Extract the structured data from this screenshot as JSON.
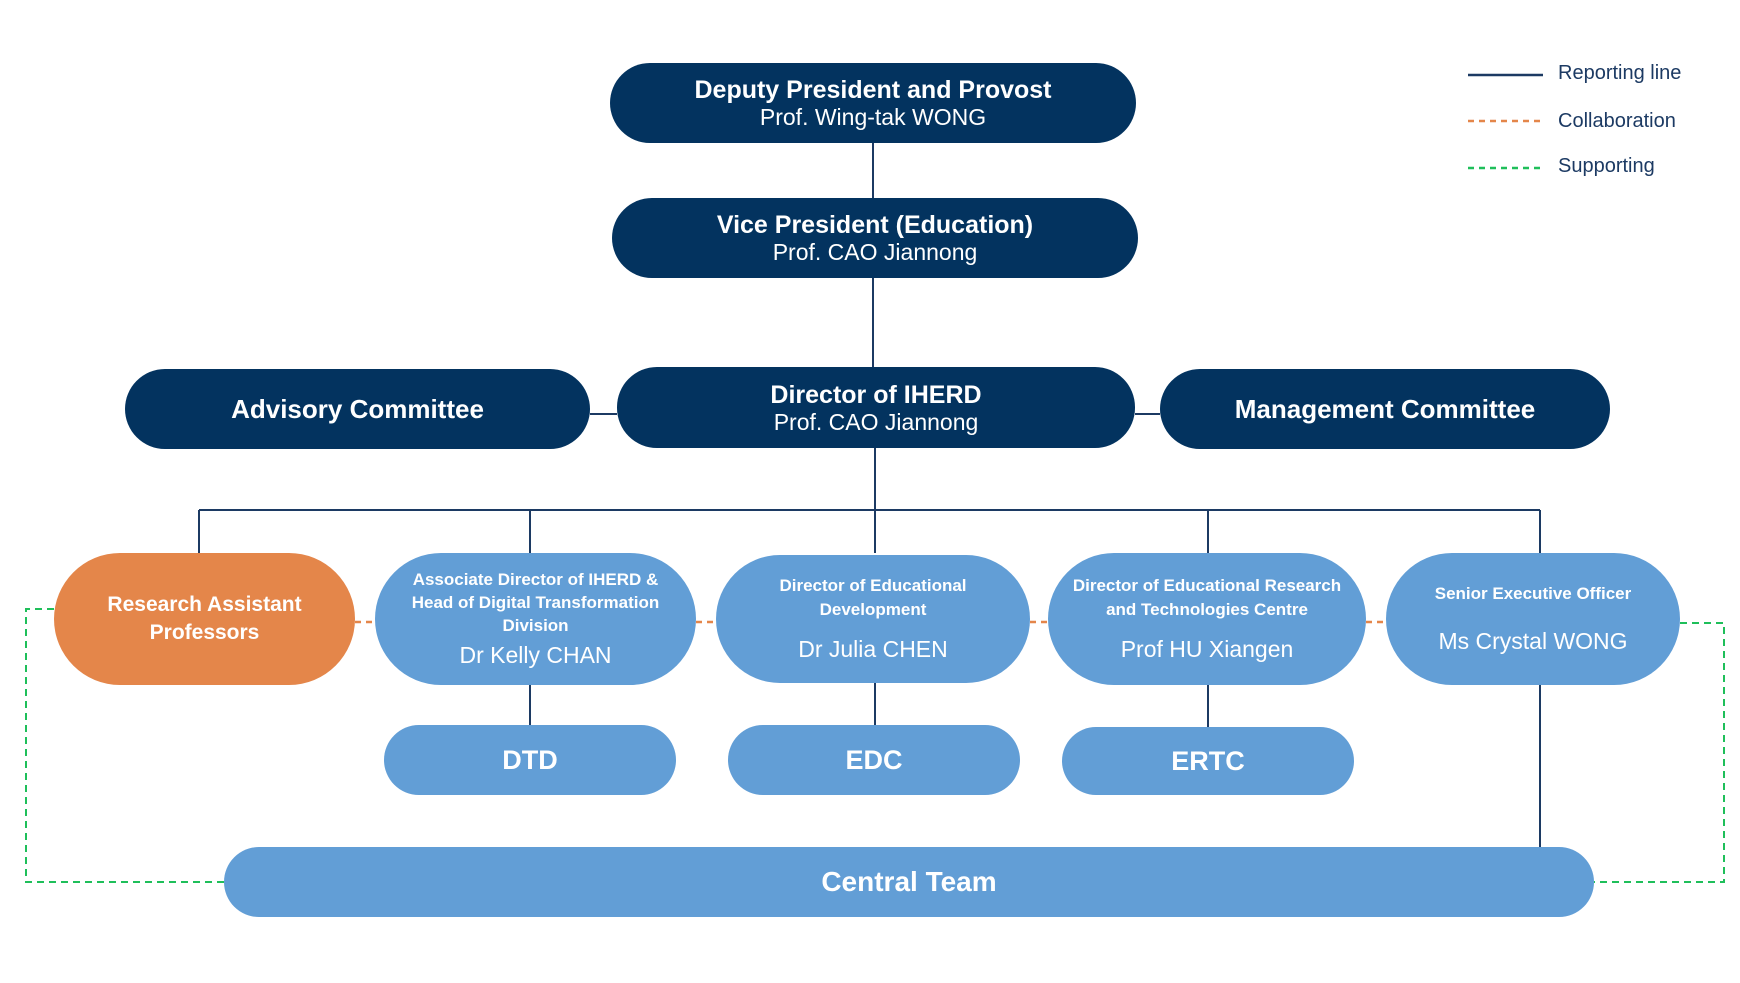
{
  "legend": {
    "reporting": "Reporting line",
    "collaboration": "Collaboration",
    "supporting": "Supporting"
  },
  "colors": {
    "dark_navy": "#03335f",
    "light_blue": "#629ed6",
    "orange": "#e4864a",
    "reporting_line": "#1c3a63",
    "collaboration_line": "#e4864a",
    "supporting_line": "#1fbf5a"
  },
  "nodes": {
    "provost": {
      "title": "Deputy President and Provost",
      "name": "Prof. Wing-tak WONG"
    },
    "vp_education": {
      "title": "Vice President (Education)",
      "name": "Prof. CAO Jiannong"
    },
    "director_iherd": {
      "title": "Director of IHERD",
      "name": "Prof. CAO Jiannong"
    },
    "advisory_committee": {
      "title": "Advisory Committee"
    },
    "management_committee": {
      "title": "Management Committee"
    },
    "research_assistant_professors": {
      "title": "Research Assistant Professors"
    },
    "associate_director": {
      "title": "Associate Director of IHERD & Head of Digital Transformation Division",
      "name": "Dr Kelly CHAN"
    },
    "director_ed_dev": {
      "title": "Director of Educational Development",
      "name": "Dr Julia CHEN"
    },
    "director_ertc": {
      "title": "Director of Educational Research and Technologies Centre",
      "name": "Prof HU Xiangen"
    },
    "senior_exec_officer": {
      "title": "Senior Executive Officer",
      "name": "Ms Crystal WONG"
    },
    "dtd": {
      "title": "DTD"
    },
    "edc": {
      "title": "EDC"
    },
    "ertc": {
      "title": "ERTC"
    },
    "central_team": {
      "title": "Central Team"
    }
  }
}
